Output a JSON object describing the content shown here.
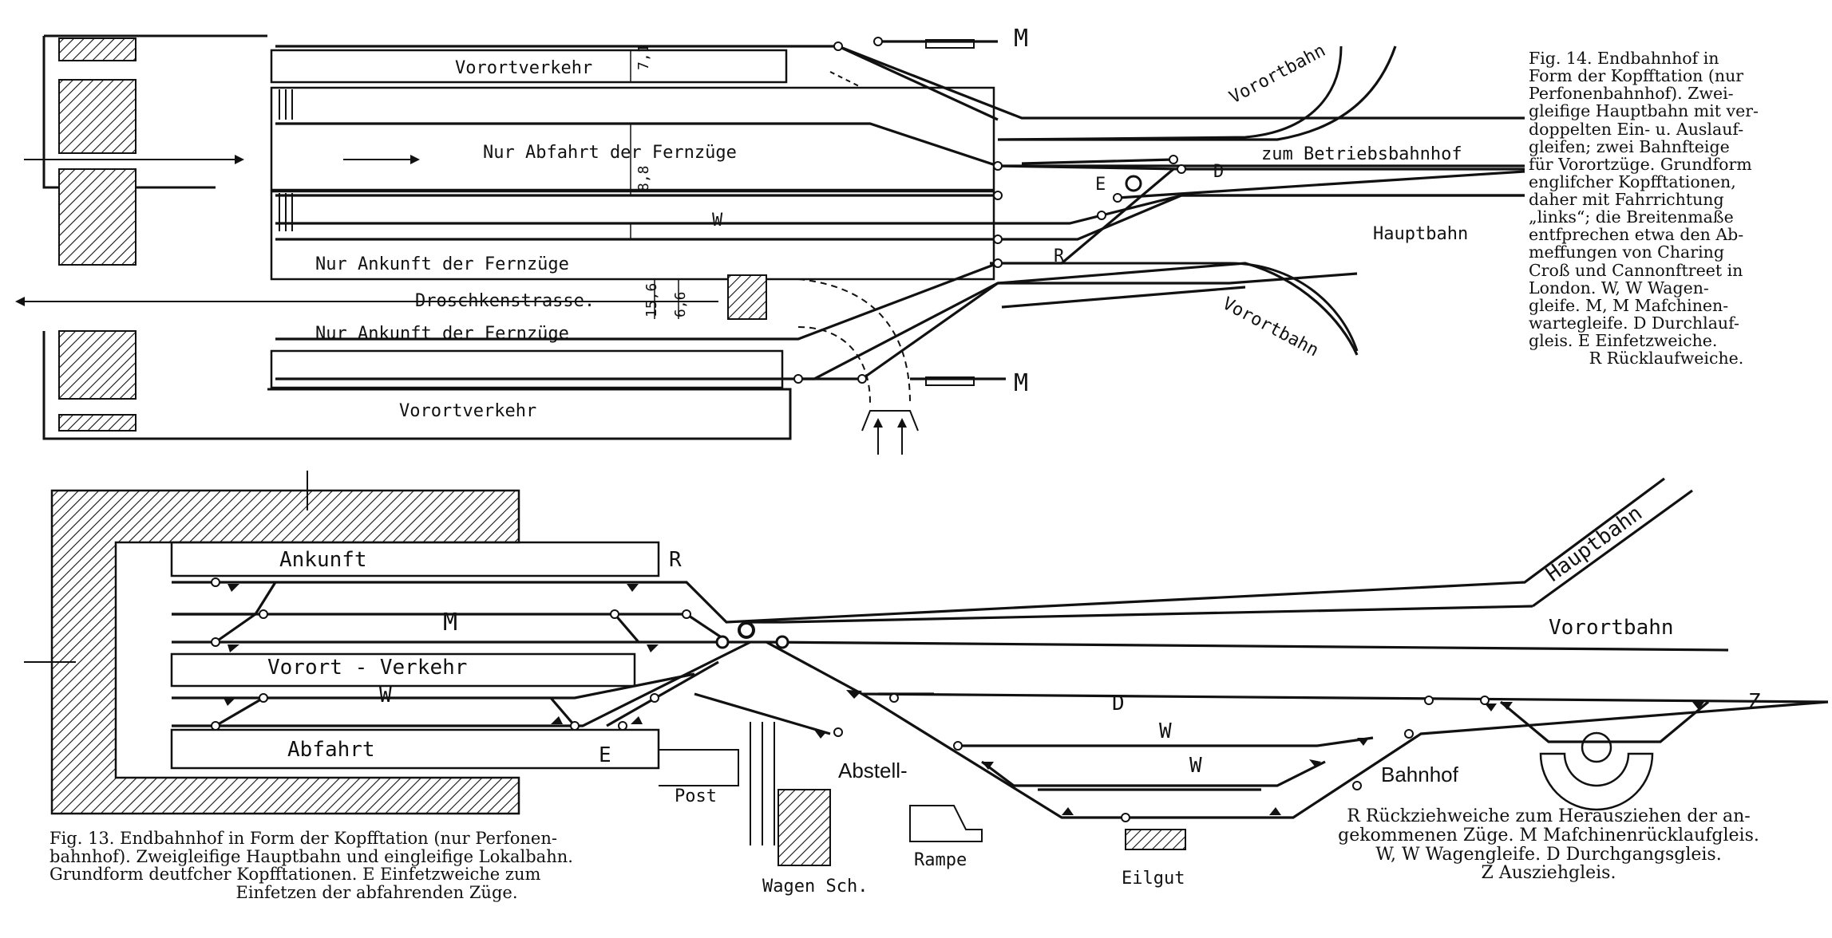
{
  "figure14": {
    "caption_lines": [
      "Fig. 14.  Endbahnhof in",
      "Form der Kopfftation (nur",
      "Perfonenbahnhof).  Zwei-",
      "gleifige Hauptbahn mit ver-",
      "doppelten Ein- u. Auslauf-",
      "gleifen; zwei Bahnfteige",
      "für Vorortzüge. Grundform",
      "englifcher  Kopfftationen,",
      "daher  mit  Fahrrichtung",
      "„links“; die Breitenmaße",
      "entfprechen etwa den Ab-",
      "meffungen  von  Charing",
      "Croß und Cannonftreet in",
      "London.  W, W Wagen-",
      "gleife.  M, M Mafchinen-",
      "wartegleife.  D Durchlauf-",
      "gleis.   E  Einfetzweiche.",
      "R Rücklaufweiche."
    ],
    "labels": {
      "vorort_top": "Vorortverkehr",
      "vorort_bottom": "Vorortverkehr",
      "nur_abfahrt": "Nur Abfahrt der Fernzüge",
      "nur_ankunft_1": "Nur Ankunft der Fernzüge",
      "nur_ankunft_2": "Nur Ankunft der Fernzüge",
      "droschken": "Droschkenstrasse.",
      "w": "W",
      "dim_71": "7,1",
      "dim_88": "8,8",
      "dim_156": "15,6",
      "dim_66": "6,6",
      "m_top": "M",
      "m_bottom": "M",
      "vorortbahn_top": "Vorortbahn",
      "vorortbahn_bottom": "Vorortbahn",
      "betriebsbahnhof": "zum Betriebsbahnhof",
      "hauptbahn": "Hauptbahn",
      "d": "D",
      "e": "E",
      "r": "R"
    }
  },
  "figure13": {
    "caption_lines": [
      "Fig. 13.  Endbahnhof in Form der Kopfftation (nur Perfonen-",
      "bahnhof). Zweigleifige Hauptbahn und eingleifige Lokalbahn.",
      "Grundform deutfcher Kopfftationen.   E Einfetzweiche zum",
      "Einfetzen der abfahrenden Züge."
    ],
    "legend_lines": [
      "R Rückziehweiche zum Herausziehen der an-",
      "gekommenen Züge.   M Mafchinenrücklaufgleis.",
      "W, W Wagengleife.   D Durchgangsgleis.",
      "Z Ausziehgleis."
    ],
    "labels": {
      "ankunft": "Ankunft",
      "m": "M",
      "vorort_verkehr": "Vorort - Verkehr",
      "w_left": "W",
      "abfahrt": "Abfahrt",
      "e": "E",
      "r": "R",
      "hauptbahn": "Hauptbahn",
      "vorortbahn": "Vorortbahn",
      "d": "D",
      "w1": "W",
      "w2": "W",
      "z": "Z",
      "abstell": "Abstell-",
      "bahnhof": "Bahnhof",
      "post": "Post",
      "rampe": "Rampe",
      "eilgut": "Eilgut",
      "wagen_sch": "Wagen Sch."
    }
  }
}
